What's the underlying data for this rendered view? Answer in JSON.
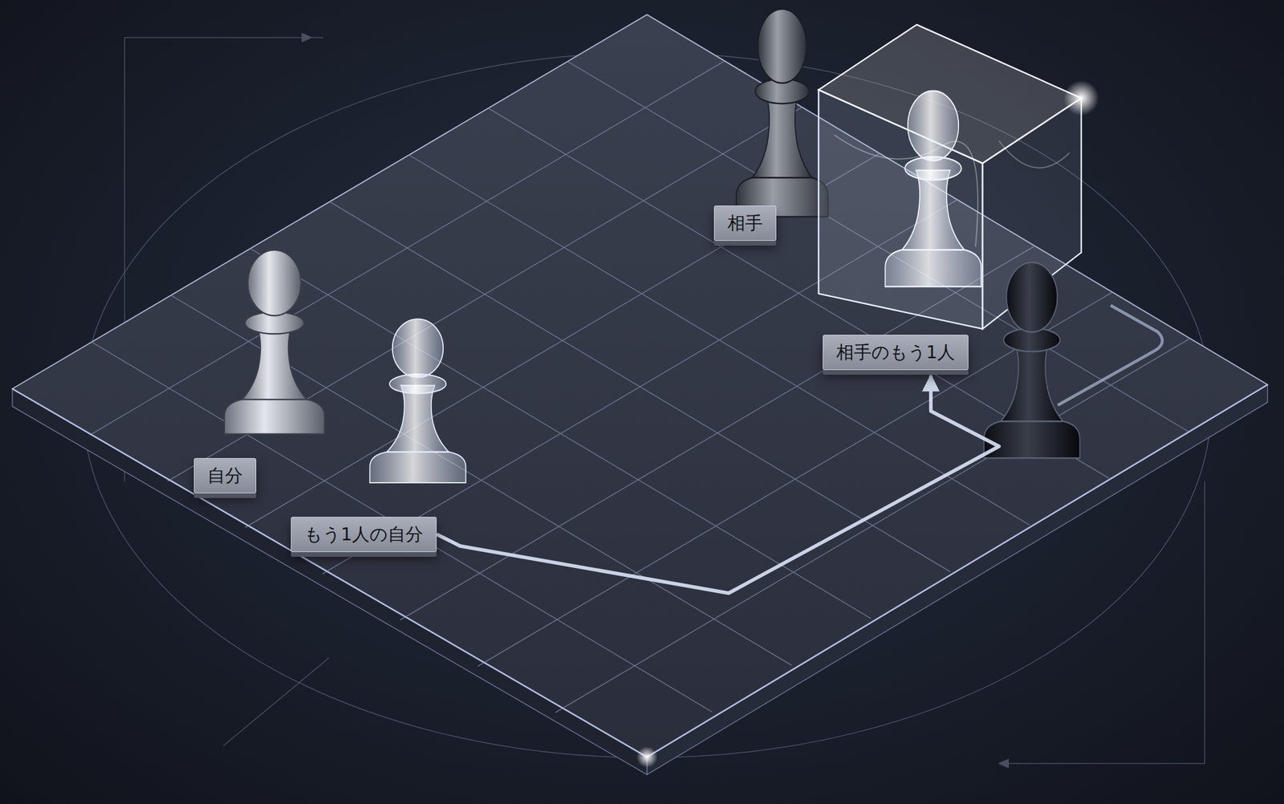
{
  "diagram": {
    "nodes": [
      {
        "text": [
          "自分"
        ]
      },
      {
        "text": [
          "もう1人の自分"
        ]
      },
      {
        "text": [
          "相手"
        ]
      },
      {
        "text": [
          "相手のもう1人"
        ]
      }
    ],
    "edges": [
      {
        "from": 1,
        "to": 3,
        "arrow": "to"
      }
    ]
  }
}
